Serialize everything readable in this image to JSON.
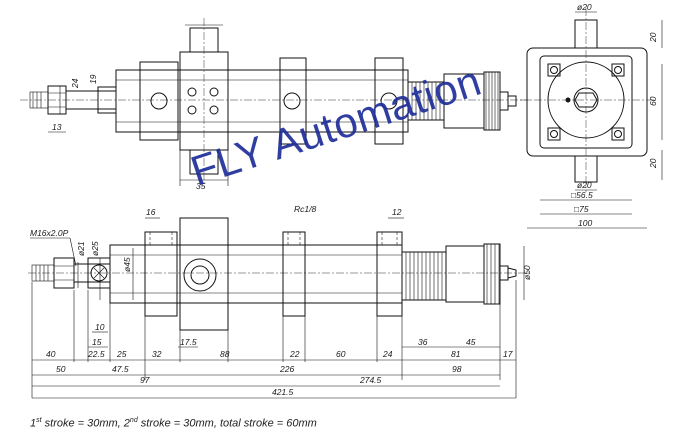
{
  "watermark": "FLY Automation",
  "caption": {
    "stroke1_prefix": "1",
    "stroke1_sup": "st",
    "stroke1_text": " stroke = 30mm, 2",
    "stroke2_sup": "nd",
    "stroke2_text": " stroke = 30mm, total stroke = 60mm"
  },
  "top_view_dims": {
    "d24": "24",
    "d19": "19",
    "d13": "13",
    "d35": "35"
  },
  "end_view_dims": {
    "d20_top": "ø20",
    "d20_right_top": "20",
    "d60": "60",
    "d20_right_bottom": "20",
    "d20_bottom": "ø20",
    "d56_5": "□56.5",
    "d75": "□75",
    "d100": "100"
  },
  "side_view_dims": {
    "thread": "M16x2.0P",
    "d21": "ø21",
    "d25": "ø25",
    "d45": "ø45",
    "d50": "ø50",
    "d16": "16",
    "d12": "12",
    "d10": "10",
    "d15": "15",
    "d17_5": "17.5",
    "rc": "Rc1/8",
    "row1": [
      "40",
      "22.5",
      "25",
      "32",
      "88",
      "22",
      "60",
      "24",
      "36",
      "45",
      "81",
      "17"
    ],
    "row2": [
      "50",
      "47.5",
      "226",
      "98"
    ],
    "row3": [
      "97",
      "274.5"
    ],
    "row4": [
      "421.5"
    ]
  }
}
